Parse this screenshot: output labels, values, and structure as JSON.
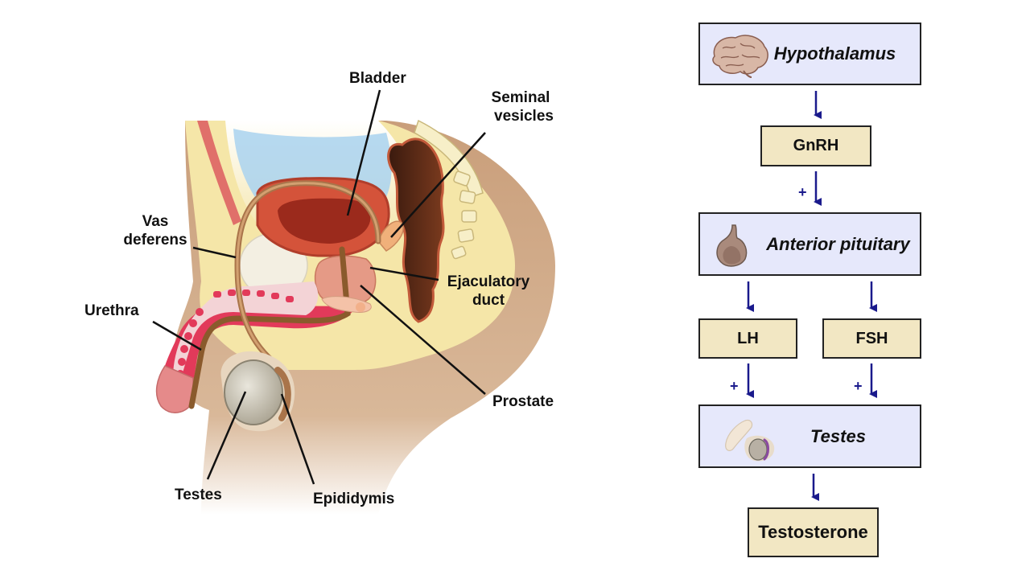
{
  "anatomy_labels": {
    "bladder": "Bladder",
    "seminal_vesicles_1": "Seminal",
    "seminal_vesicles_2": "vesicles",
    "vas_deferens_1": "Vas",
    "vas_deferens_2": "deferens",
    "urethra": "Urethra",
    "ejaculatory_duct_1": "Ejaculatory",
    "ejaculatory_duct_2": "duct",
    "prostate": "Prostate",
    "testes": "Testes",
    "epididymis": "Epididymis"
  },
  "flowchart": {
    "hypothalamus": "Hypothalamus",
    "gnrh": "GnRH",
    "anterior_pituitary": "Anterior pituitary",
    "lh": "LH",
    "fsh": "FSH",
    "testes": "Testes",
    "testosterone": "Testosterone",
    "plus_sign": "+"
  },
  "colors": {
    "organ_box": "#e6e8fb",
    "hormone_box": "#f2e7c3",
    "arrow": "#1a1a8c",
    "skin": "#f5e6a8",
    "bladder": "#c8442c",
    "duct": "#8a5a2c"
  }
}
